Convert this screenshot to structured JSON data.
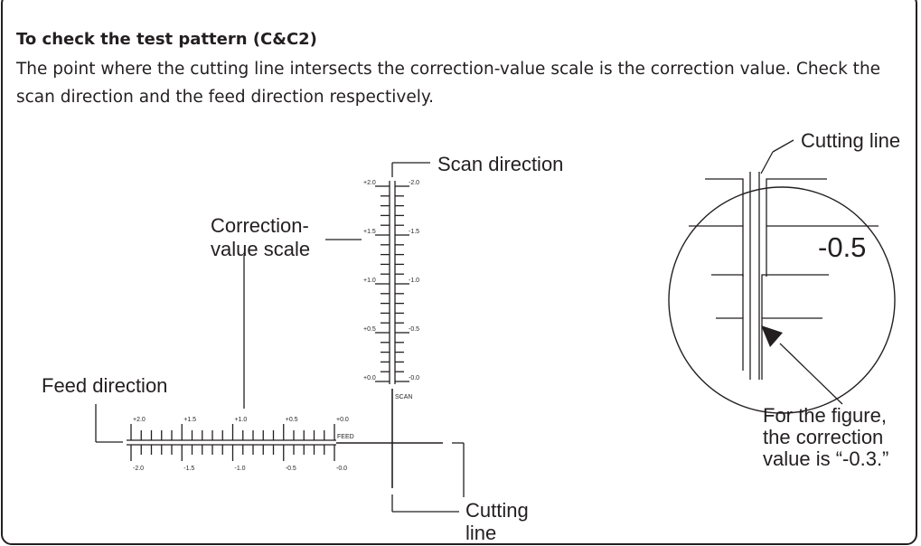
{
  "section": {
    "title": "To check the test pattern (C&C2)",
    "body": "The point where the cutting line intersects the correction-value scale is the correction value. Check the scan direction and the feed direction respectively."
  },
  "labels": {
    "scan_direction": "Scan direction",
    "correction_scale_line1": "Correction-",
    "correction_scale_line2": "value scale",
    "feed_direction": "Feed direction",
    "cutting_line_bottom_1": "Cutting",
    "cutting_line_bottom_2": "line",
    "cutting_line_top": "Cutting line",
    "magnified_value": "-0.5",
    "note_line1": "For the figure,",
    "note_line2": "the correction",
    "note_line3": "value is “-0.3.”"
  },
  "scale_text": {
    "scan_word": "SCAN",
    "feed_word": "FEED",
    "scan_left": [
      "+2.0",
      "+1.5",
      "+1.0",
      "+0.5",
      "+0.0"
    ],
    "scan_right": [
      "-2.0",
      "-1.5",
      "-1.0",
      "-0.5",
      "-0.0"
    ],
    "feed_top": [
      "+2.0",
      "+1.5",
      "+1.0",
      "+0.5",
      "+0.0"
    ],
    "feed_bottom": [
      "-2.0",
      "-1.5",
      "-1.0",
      "-0.5",
      "-0.0"
    ]
  }
}
